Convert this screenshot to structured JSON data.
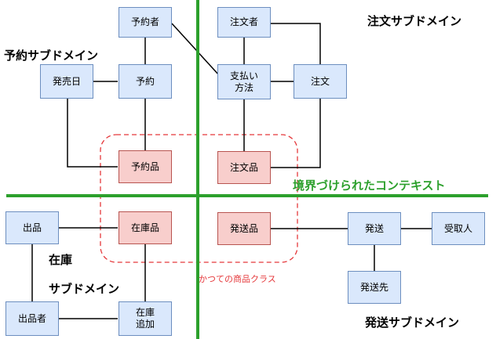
{
  "entities": {
    "yoyakusha": "予約者",
    "hatsubaibi": "発売日",
    "yoyaku": "予約",
    "yoyakuhin": "予約品",
    "chumonsha": "注文者",
    "shiharai": "支払い\n方法",
    "chumon": "注文",
    "chumonhin": "注文品",
    "shuppin": "出品",
    "zaikohin": "在庫品",
    "shuppinsha": "出品者",
    "zaiko_tsuika": "在庫\n追加",
    "hassohin": "発送品",
    "hasso": "発送",
    "uketorinin": "受取人",
    "hassosaki": "発送先"
  },
  "labels": {
    "reservation_subdomain": "予約サブドメイン",
    "order_subdomain": "注文サブドメイン",
    "inventory_line1": "在庫",
    "inventory_line2": "サブドメイン",
    "shipping_subdomain": "発送サブドメイン",
    "bounded_context": "境界づけられたコンテキスト",
    "former_product_class": "かつての商品クラス"
  },
  "colors": {
    "entity_fill": "#dae8fc",
    "entity_border": "#6c8ebf",
    "product_fill": "#f8cecc",
    "product_border": "#b85450",
    "boundary_line": "#2ca02c",
    "former_class_dash": "#e5383b"
  }
}
